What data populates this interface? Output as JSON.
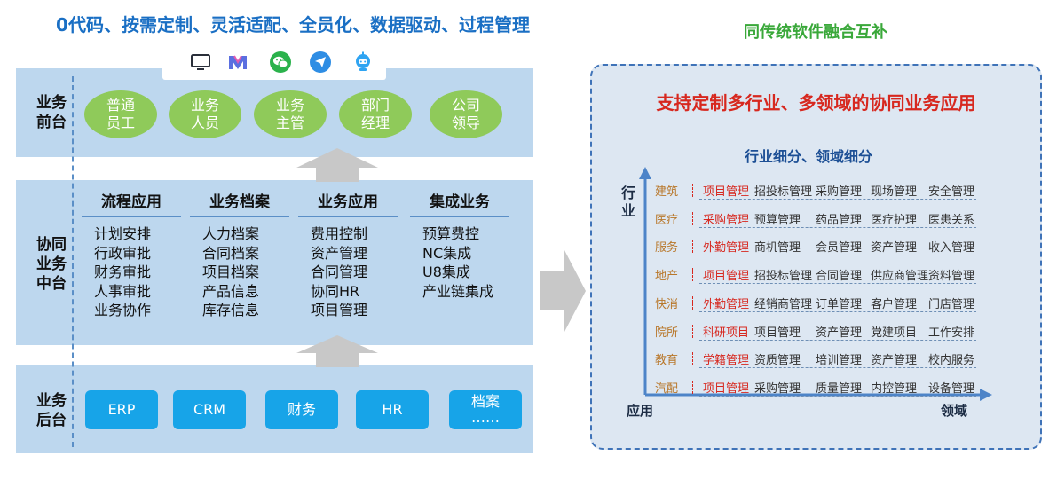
{
  "left_title": "0代码、按需定制、灵活适配、全员化、数据驱动、过程管理",
  "front": {
    "label_line1": "业务",
    "label_line2": "前台",
    "icons": [
      "monitor-icon",
      "m-logo-icon",
      "wechat-icon",
      "send-icon",
      "robot-icon"
    ],
    "roles": [
      {
        "line1": "普通",
        "line2": "员工"
      },
      {
        "line1": "业务",
        "line2": "人员"
      },
      {
        "line1": "业务",
        "line2": "主管"
      },
      {
        "line1": "部门",
        "line2": "经理"
      },
      {
        "line1": "公司",
        "line2": "领导"
      }
    ]
  },
  "middle": {
    "label_line1": "协同",
    "label_line2": "业务",
    "label_line3": "中台",
    "columns": [
      {
        "title": "流程应用",
        "items": [
          "计划安排",
          "行政审批",
          "财务审批",
          "人事审批",
          "业务协作"
        ]
      },
      {
        "title": "业务档案",
        "items": [
          "人力档案",
          "合同档案",
          "项目档案",
          "产品信息",
          "库存信息"
        ]
      },
      {
        "title": "业务应用",
        "items": [
          "费用控制",
          "资产管理",
          "合同管理",
          "协同HR",
          "项目管理"
        ]
      },
      {
        "title": "集成业务",
        "items": [
          "预算费控",
          "NC集成",
          "U8集成",
          "产业链集成"
        ]
      }
    ]
  },
  "back": {
    "label_line1": "业务",
    "label_line2": "后台",
    "systems": [
      {
        "line1": "ERP",
        "line2": ""
      },
      {
        "line1": "CRM",
        "line2": ""
      },
      {
        "line1": "财务",
        "line2": ""
      },
      {
        "line1": "HR",
        "line2": ""
      },
      {
        "line1": "档案",
        "line2": "……"
      }
    ]
  },
  "right": {
    "title": "同传统软件融合互补",
    "heading": "支持定制多行业、多领域的协同业务应用",
    "subheading": "行业细分、领域细分",
    "y_label_line1": "行",
    "y_label_line2": "业",
    "origin_label": "应用",
    "x_label": "领域",
    "rows": [
      {
        "industry": "建筑",
        "cells": [
          "项目管理",
          "招投标管理",
          "采购管理",
          "现场管理",
          "安全管理"
        ]
      },
      {
        "industry": "医疗",
        "cells": [
          "采购管理",
          "预算管理",
          "药品管理",
          "医疗护理",
          "医患关系"
        ]
      },
      {
        "industry": "服务",
        "cells": [
          "外勤管理",
          "商机管理",
          "会员管理",
          "资产管理",
          "收入管理"
        ]
      },
      {
        "industry": "地产",
        "cells": [
          "项目管理",
          "招投标管理",
          "合同管理",
          "供应商管理",
          "资料管理"
        ]
      },
      {
        "industry": "快消",
        "cells": [
          "外勤管理",
          "经销商管理",
          "订单管理",
          "客户管理",
          "门店管理"
        ]
      },
      {
        "industry": "院所",
        "cells": [
          "科研项目",
          "项目管理",
          "资产管理",
          "党建项目",
          "工作安排"
        ]
      },
      {
        "industry": "教育",
        "cells": [
          "学籍管理",
          "资质管理",
          "培训管理",
          "资产管理",
          "校内服务"
        ]
      },
      {
        "industry": "汽配",
        "cells": [
          "项目管理",
          "采购管理",
          "质量管理",
          "内控管理",
          "设备管理"
        ]
      }
    ]
  },
  "colors": {
    "layer_bg": "#bdd7ee",
    "oval_green": "#8fca5a",
    "system_blue": "#17a4e8",
    "title_blue": "#1a6fc4",
    "highlight_red": "#d7281f",
    "right_title_green": "#3aa83a"
  }
}
